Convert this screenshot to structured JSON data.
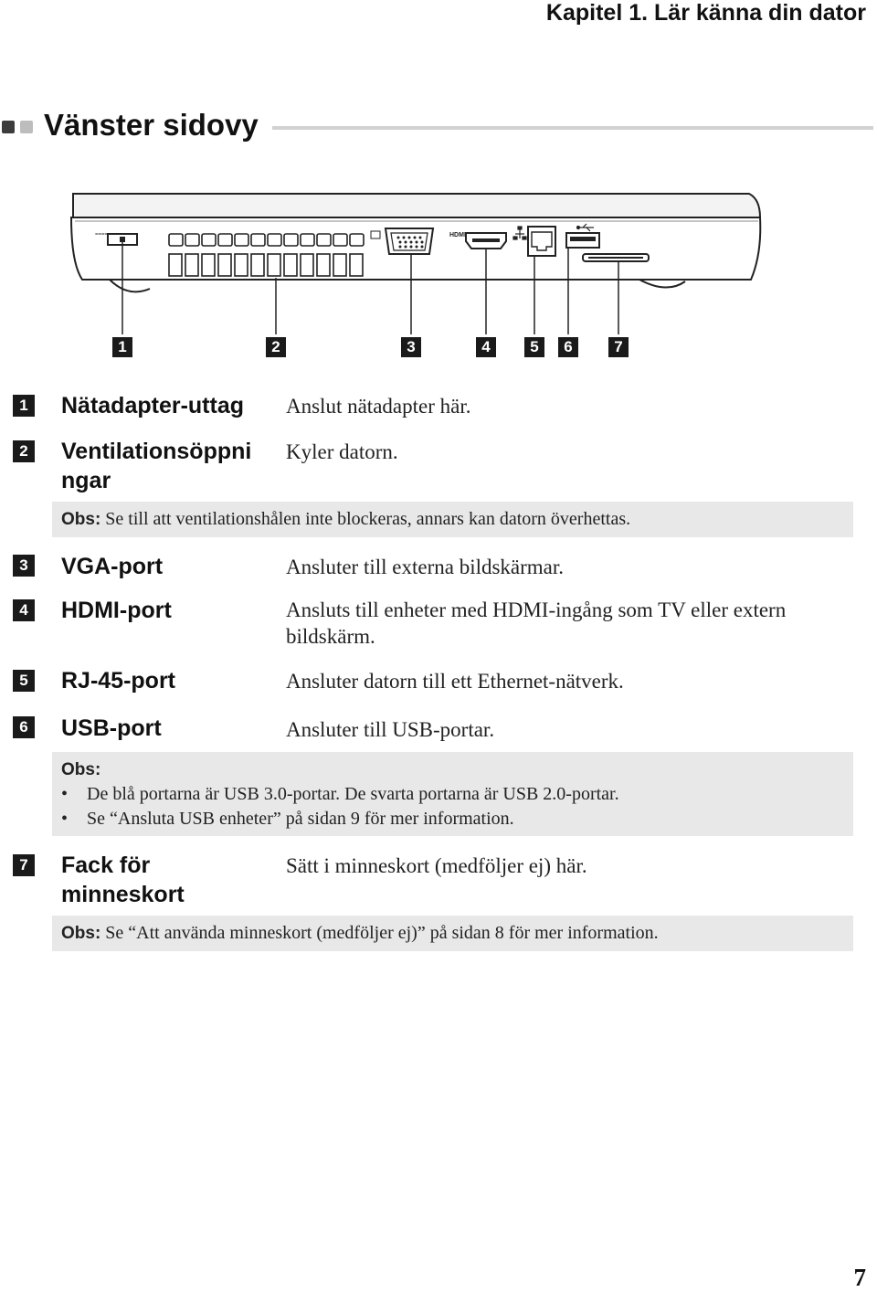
{
  "header": {
    "chapter": "Kapitel 1. Lär känna din dator"
  },
  "section": {
    "title": "Vänster sidovy"
  },
  "diagram": {
    "port_labels": [
      "HDMI"
    ],
    "callouts": [
      "1",
      "2",
      "3",
      "4",
      "5",
      "6",
      "7"
    ]
  },
  "items": [
    {
      "num": "1",
      "term": "Nätadapter-uttag",
      "desc": "Anslut nätadapter här."
    },
    {
      "num": "2",
      "term": "Ventilationsöppni ngar",
      "desc": "Kyler datorn."
    },
    {
      "num": "3",
      "term": "VGA-port",
      "desc": "Ansluter till externa bildskärmar."
    },
    {
      "num": "4",
      "term": "HDMI-port",
      "desc": "Ansluts till enheter med HDMI-ingång som TV eller extern bildskärm."
    },
    {
      "num": "5",
      "term": "RJ-45-port",
      "desc": "Ansluter datorn till ett Ethernet-nätverk."
    },
    {
      "num": "6",
      "term": "USB-port",
      "desc": "Ansluter till USB-portar."
    },
    {
      "num": "7",
      "term": "Fack för minneskort",
      "desc": "Sätt i minneskort (medföljer ej) här."
    }
  ],
  "notes": {
    "obs_label": "Obs:",
    "vent": "Se till att ventilationshålen inte blockeras, annars kan datorn överhettas.",
    "usb_bullets": [
      "De blå portarna är USB 3.0-portar. De svarta portarna är USB 2.0-portar.",
      "Se “Ansluta USB enheter” på sidan 9 för mer information."
    ],
    "card": "Se “Att använda minneskort (medföljer ej)” på sidan 8 för mer information."
  },
  "footer": {
    "page_number": "7"
  },
  "colors": {
    "badge": "#1a1a1a",
    "note_bg": "#e8e8e8",
    "rule": "#d2d2d2"
  }
}
